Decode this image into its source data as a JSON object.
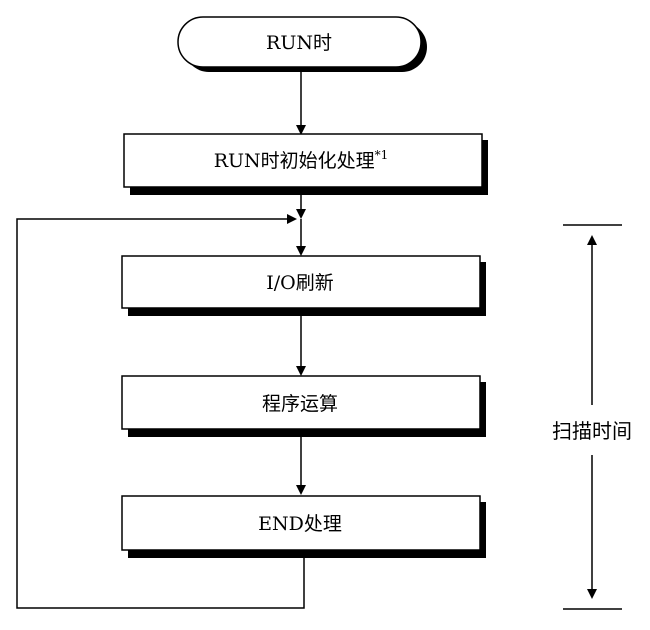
{
  "flowchart": {
    "start": {
      "label": "RUN时"
    },
    "steps": [
      {
        "label": "RUN时初始化处理",
        "footnote_mark": "*1"
      },
      {
        "label": "I/O刷新"
      },
      {
        "label": "程序运算"
      },
      {
        "label": "END处理"
      }
    ],
    "scan_time_label": "扫描时间"
  }
}
